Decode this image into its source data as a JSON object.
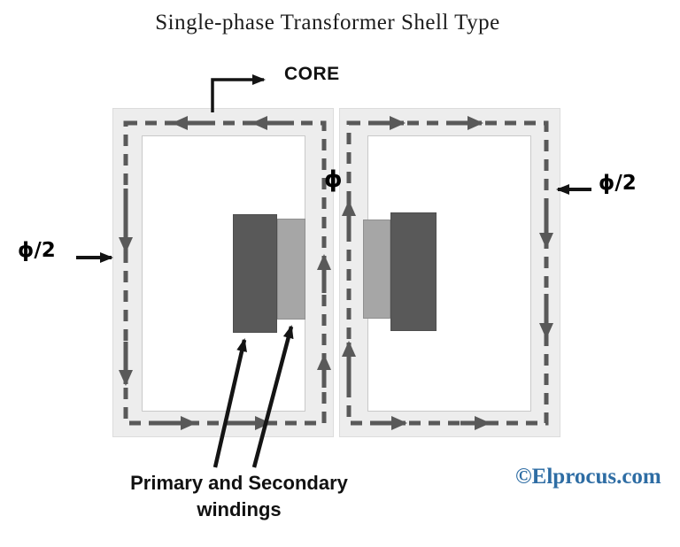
{
  "title": "Single-phase Transformer Shell Type",
  "labels": {
    "core": "CORE",
    "phi": "ϕ",
    "phi_half_left": "ϕ/2",
    "phi_half_right": "ϕ/2",
    "windings_line1": "Primary and Secondary",
    "windings_line2": "windings",
    "watermark": "©Elprocus.com"
  },
  "diagram": {
    "type": "transformer-shell-type",
    "parts": [
      "core",
      "left-window",
      "right-window",
      "primary-winding",
      "secondary-winding"
    ],
    "flux_paths": {
      "left_loop_direction": "top-left, down-left-limb, bottom-right, up-center-limb",
      "right_loop_direction": "top-right, down-right-limb, bottom-right, up-center-limb",
      "center_limb_flux": "ϕ",
      "outer_limb_flux": "ϕ/2"
    }
  },
  "colors": {
    "core_fill": "#ededed",
    "core_border": "#dcdcdc",
    "window_fill": "#ffffff",
    "window_border": "#c9c9c9",
    "flux": "#595959",
    "winding_dark": "#595959",
    "winding_light": "#a6a6a6",
    "annotation": "#141414",
    "watermark": "#2e6da4"
  }
}
